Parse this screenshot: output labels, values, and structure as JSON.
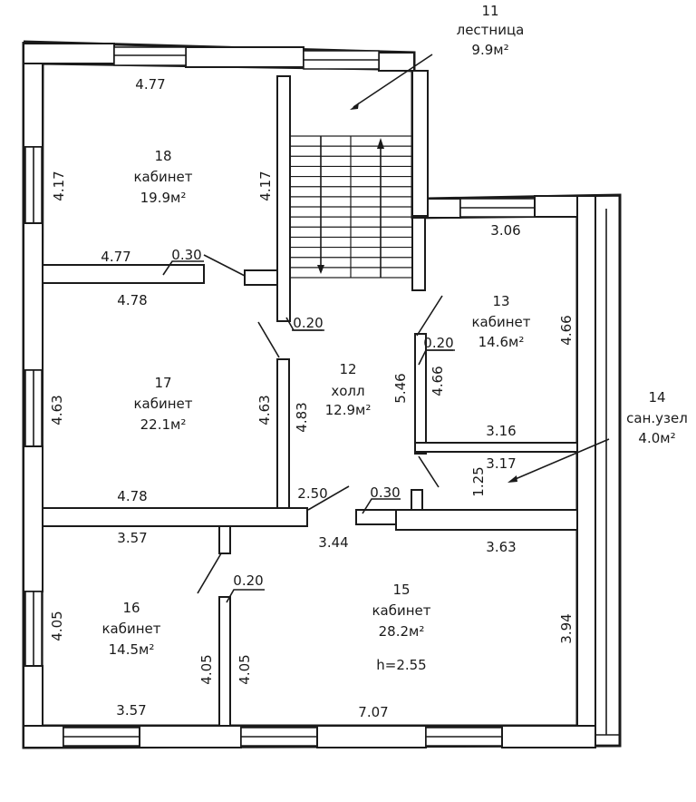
{
  "colors": {
    "ink": "#1a1a1a",
    "paper": "#ffffff"
  },
  "rooms": [
    {
      "id": "r11",
      "number": "11",
      "name": "лестница",
      "area": "9.9м²"
    },
    {
      "id": "r12",
      "number": "12",
      "name": "холл",
      "area": "12.9м²"
    },
    {
      "id": "r13",
      "number": "13",
      "name": "кабинет",
      "area": "14.6м²"
    },
    {
      "id": "r14",
      "number": "14",
      "name": "сан.узел",
      "area": "4.0м²"
    },
    {
      "id": "r15",
      "number": "15",
      "name": "кабинет",
      "area": "28.2м²",
      "extra": "h=2.55"
    },
    {
      "id": "r16",
      "number": "16",
      "name": "кабинет",
      "area": "14.5м²"
    },
    {
      "id": "r17",
      "number": "17",
      "name": "кабинет",
      "area": "22.1м²"
    },
    {
      "id": "r18",
      "number": "18",
      "name": "кабинет",
      "area": "19.9м²"
    }
  ],
  "dimensions": {
    "d_18_top": "4.77",
    "d_18_left": "4.17",
    "d_18_right": "4.17",
    "d_18_bottom": "4.77",
    "d_17_top": "4.78",
    "d_wall_018": "0.30",
    "d_12_020": "0.20",
    "d_17_left": "4.63",
    "d_17_right": "4.63",
    "d_12_left": "4.83",
    "d_17_bottom": "4.78",
    "d_12_bottom": "2.50",
    "d_030_bottom": "0.30",
    "d_13_top": "3.06",
    "d_13_right": "4.66",
    "d_13_left_in": "4.66",
    "d_12_right": "5.46",
    "d_13_020": "0.20",
    "d_13_bottom": "3.16",
    "d_14_top": "3.17",
    "d_14_left": "1.25",
    "d_16_top": "3.57",
    "d_15_top_left": "3.44",
    "d_15_top_right": "3.63",
    "d_16_020": "0.20",
    "d_16_left": "4.05",
    "d_16_right": "4.05",
    "d_15_left": "4.05",
    "d_15_right": "3.94",
    "d_16_bottom": "3.57",
    "d_15_bottom": "7.07"
  }
}
